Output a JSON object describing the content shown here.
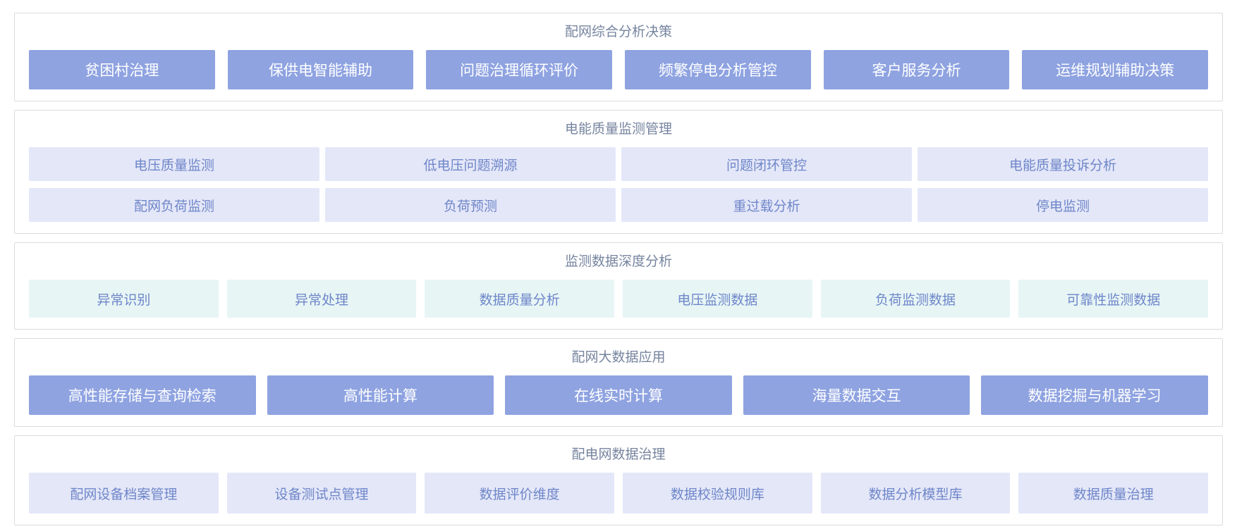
{
  "colors": {
    "panel_border": "#dcdcdc",
    "title_text": "#76849f",
    "solid_button_bg": "#8fa3e1",
    "solid_button_text": "#ffffff",
    "lavender_button_bg": "#e4e7f8",
    "teal_button_bg": "#e7f5f5",
    "light_button_text": "#6e86c9"
  },
  "sections": [
    {
      "title": "配网综合分析决策",
      "style": "solid",
      "rows": [
        [
          "贫困村治理",
          "保供电智能辅助",
          "问题治理循环评价",
          "频繁停电分析管控",
          "客户服务分析",
          "运维规划辅助决策"
        ]
      ]
    },
    {
      "title": "电能质量监测管理",
      "style": "lavender",
      "rows": [
        [
          "电压质量监测",
          "低电压问题溯源",
          "问题闭环管控",
          "电能质量投诉分析"
        ],
        [
          "配网负荷监测",
          "负荷预测",
          "重过载分析",
          "停电监测"
        ]
      ]
    },
    {
      "title": "监测数据深度分析",
      "style": "teal",
      "rows": [
        [
          "异常识别",
          "异常处理",
          "数据质量分析",
          "电压监测数据",
          "负荷监测数据",
          "可靠性监测数据"
        ]
      ]
    },
    {
      "title": "配网大数据应用",
      "style": "solid",
      "rows": [
        [
          "高性能存储与查询检索",
          "高性能计算",
          "在线实时计算",
          "海量数据交互",
          "数据挖掘与机器学习"
        ]
      ]
    },
    {
      "title": "配电网数据治理",
      "style": "lavender",
      "rows": [
        [
          "配网设备档案管理",
          "设备测试点管理",
          "数据评价维度",
          "数据校验规则库",
          "数据分析模型库",
          "数据质量治理"
        ]
      ]
    }
  ]
}
